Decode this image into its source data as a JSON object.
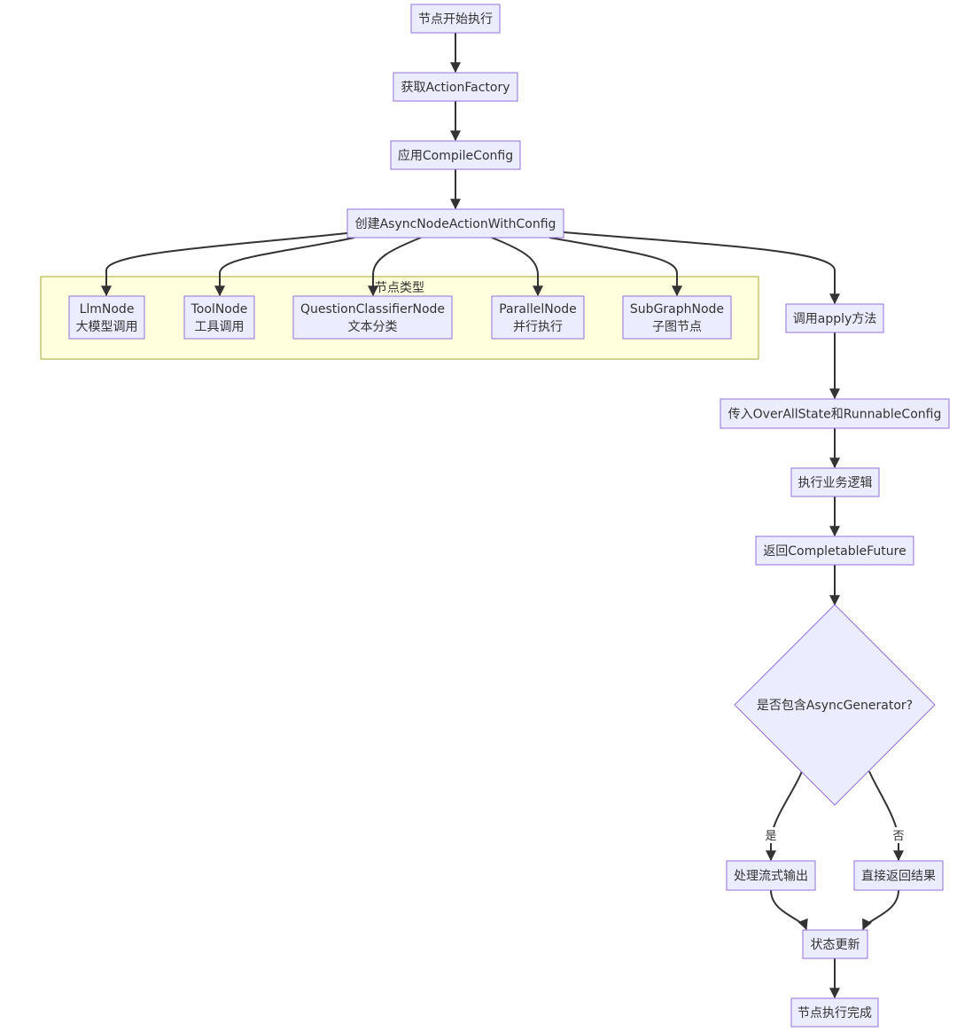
{
  "cluster": {
    "label": "节点类型"
  },
  "nodes": {
    "start": [
      "节点开始执行"
    ],
    "factory": [
      "获取ActionFactory"
    ],
    "compile": [
      "应用CompileConfig"
    ],
    "create": [
      "创建AsyncNodeActionWithConfig"
    ],
    "llm": [
      "LlmNode",
      "大模型调用"
    ],
    "tool": [
      "ToolNode",
      "工具调用"
    ],
    "qc": [
      "QuestionClassifierNode",
      "文本分类"
    ],
    "parallel": [
      "ParallelNode",
      "并行执行"
    ],
    "subgraph": [
      "SubGraphNode",
      "子图节点"
    ],
    "apply": [
      "调用apply方法"
    ],
    "pass": [
      "传入OverAllState和RunnableConfig"
    ],
    "exec": [
      "执行业务逻辑"
    ],
    "ret": [
      "返回CompletableFuture"
    ],
    "decision": [
      "是否包含AsyncGenerator?"
    ],
    "stream": [
      "处理流式输出"
    ],
    "direct": [
      "直接返回结果"
    ],
    "update": [
      "状态更新"
    ],
    "done": [
      "节点执行完成"
    ]
  },
  "edges": {
    "yes": "是",
    "no": "否"
  }
}
